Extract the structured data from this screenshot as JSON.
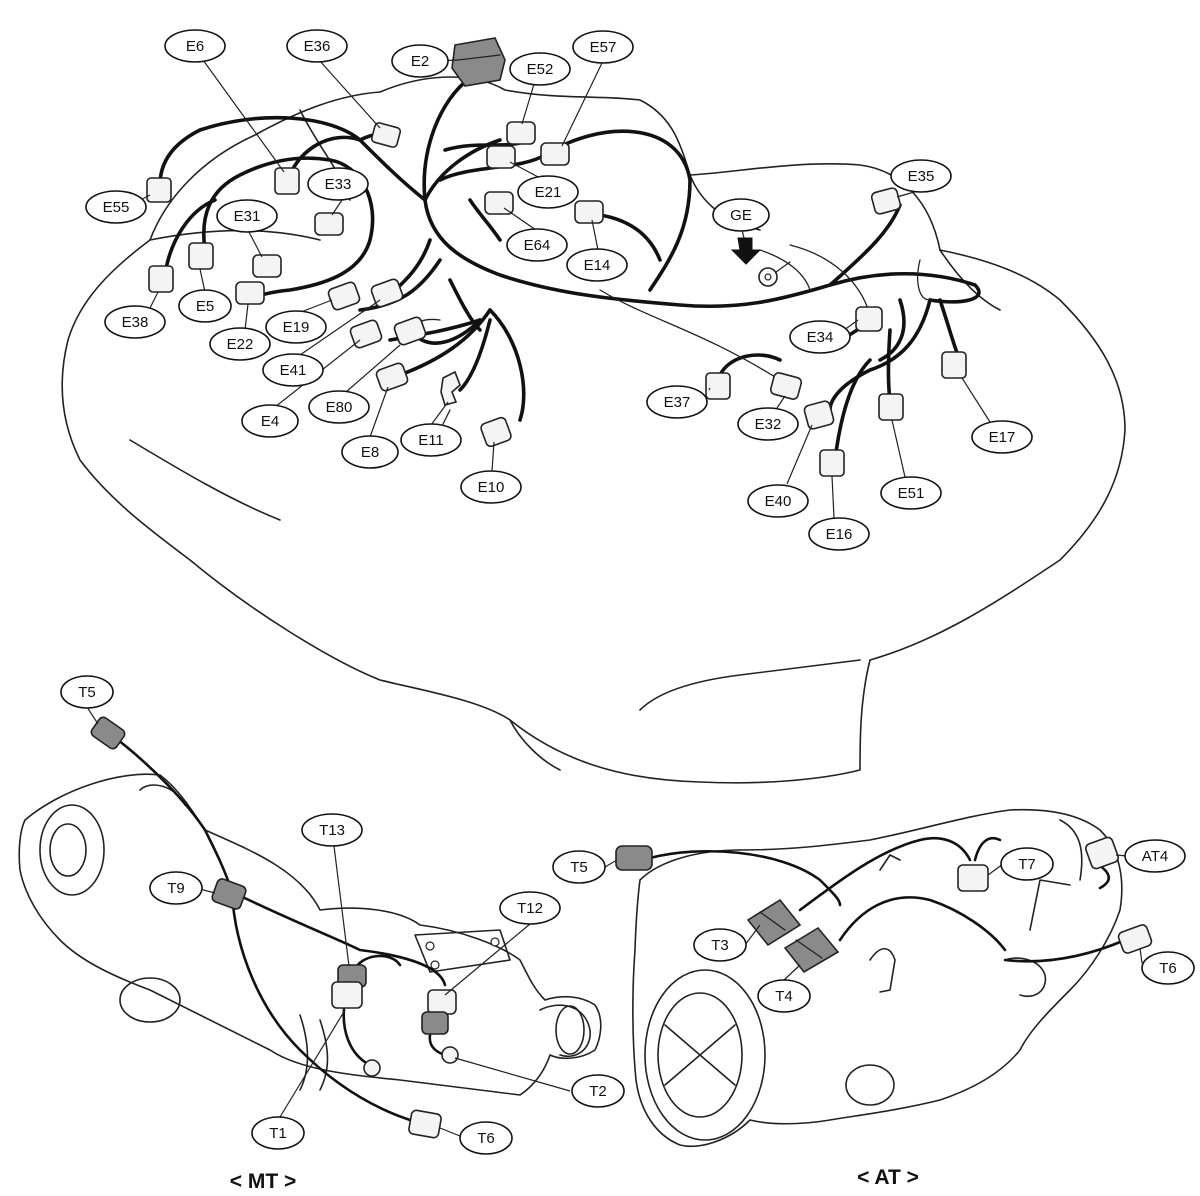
{
  "connectors": {
    "E6": "E6",
    "E36": "E36",
    "E2": "E2",
    "E52": "E52",
    "E57": "E57",
    "E55": "E55",
    "E33": "E33",
    "E31": "E31",
    "E21": "E21",
    "E64": "E64",
    "E14": "E14",
    "GE": "GE",
    "E35": "E35",
    "E38": "E38",
    "E5": "E5",
    "E22": "E22",
    "E19": "E19",
    "E41": "E41",
    "E4": "E4",
    "E80": "E80",
    "E8": "E8",
    "E11": "E11",
    "E10": "E10",
    "E34": "E34",
    "E37": "E37",
    "E32": "E32",
    "E17": "E17",
    "E40": "E40",
    "E51": "E51",
    "E16": "E16",
    "T5_mt": "T5",
    "T9": "T9",
    "T13": "T13",
    "T12": "T12",
    "T2": "T2",
    "T1": "T1",
    "T6_mt": "T6",
    "T5_at": "T5",
    "T7": "T7",
    "AT4": "AT4",
    "T3": "T3",
    "T4": "T4",
    "T6_at": "T6"
  },
  "captions": {
    "mt": "< MT >",
    "at": "< AT >"
  }
}
